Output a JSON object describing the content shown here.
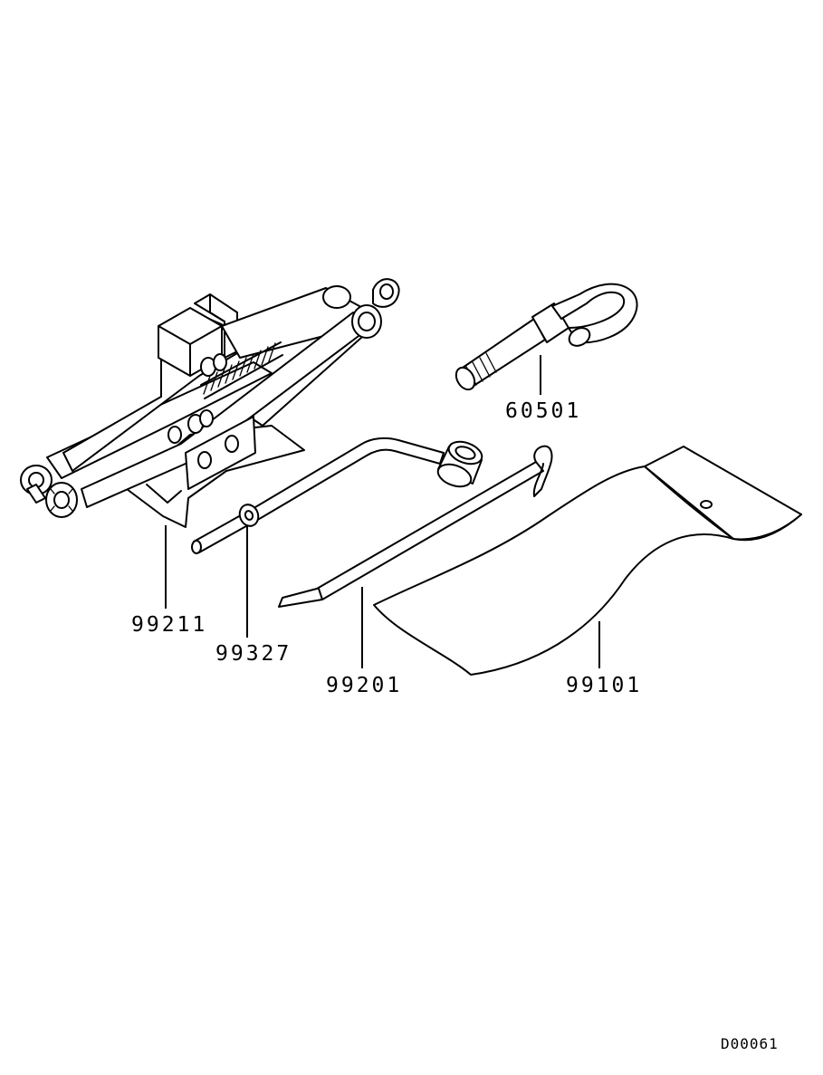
{
  "parts": [
    {
      "id": "jack",
      "number": "99211"
    },
    {
      "id": "washer",
      "number": "99327"
    },
    {
      "id": "handle-bar",
      "number": "99201"
    },
    {
      "id": "tool-bag",
      "number": "99101"
    },
    {
      "id": "towing-hook",
      "number": "60501"
    }
  ],
  "diagram_code": "D00061",
  "colors": {
    "line": "#000000",
    "background": "#ffffff"
  }
}
